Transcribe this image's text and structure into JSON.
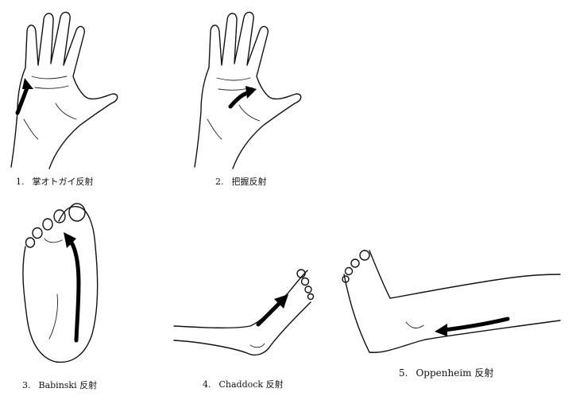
{
  "figures": [
    {
      "number": "1.",
      "label": "掌オトガイ反射"
    },
    {
      "number": "2.",
      "label": "把握反射"
    },
    {
      "number": "3.",
      "label": "Babinski 反射"
    },
    {
      "number": "4.",
      "label": "Chaddock 反射"
    },
    {
      "number": "5.",
      "label": "Oppenheim 反射"
    }
  ]
}
